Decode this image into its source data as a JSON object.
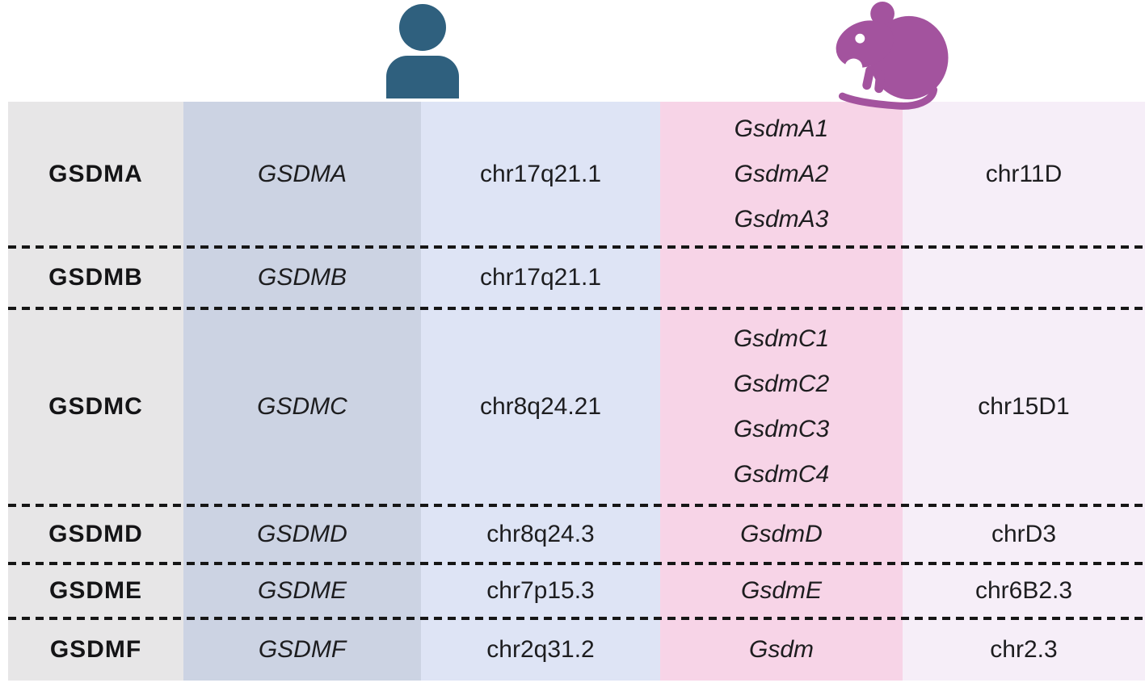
{
  "figure": {
    "kind": "human-vs-mouse gasdermin gene comparison table",
    "header": {
      "human_icon": "person-icon",
      "mouse_icon": "mouse-icon"
    },
    "colors": {
      "family_column_bg": "#e7e6e7",
      "human_gene_column_bg": "#ccd3e3",
      "human_chromosome_column_bg": "#dee4f5",
      "mouse_gene_column_bg": "#f7d4e7",
      "mouse_chromosome_column_bg": "#f6eef8",
      "human_icon_color": "#2f607e",
      "mouse_icon_color": "#a3539e",
      "text": "#1d1d1f",
      "divider": "#161616"
    }
  },
  "table": {
    "rows": [
      {
        "family": "GSDMA",
        "human_gene": "GSDMA",
        "human_chromosome": "chr17q21.1",
        "mouse_genes": [
          "GsdmA1",
          "GsdmA2",
          "GsdmA3"
        ],
        "mouse_chromosome": "chr11D"
      },
      {
        "family": "GSDMB",
        "human_gene": "GSDMB",
        "human_chromosome": "chr17q21.1",
        "mouse_genes": [],
        "mouse_chromosome": ""
      },
      {
        "family": "GSDMC",
        "human_gene": "GSDMC",
        "human_chromosome": "chr8q24.21",
        "mouse_genes": [
          "GsdmC1",
          "GsdmC2",
          "GsdmC3",
          "GsdmC4"
        ],
        "mouse_chromosome": "chr15D1"
      },
      {
        "family": "GSDMD",
        "human_gene": "GSDMD",
        "human_chromosome": "chr8q24.3",
        "mouse_genes": [
          "GsdmD"
        ],
        "mouse_chromosome": "chrD3"
      },
      {
        "family": "GSDME",
        "human_gene": "GSDME",
        "human_chromosome": "chr7p15.3",
        "mouse_genes": [
          "GsdmE"
        ],
        "mouse_chromosome": "chr6B2.3"
      },
      {
        "family": "GSDMF",
        "human_gene": "GSDMF",
        "human_chromosome": "chr2q31.2",
        "mouse_genes": [
          "Gsdm"
        ],
        "mouse_chromosome": "chr2.3"
      }
    ]
  }
}
